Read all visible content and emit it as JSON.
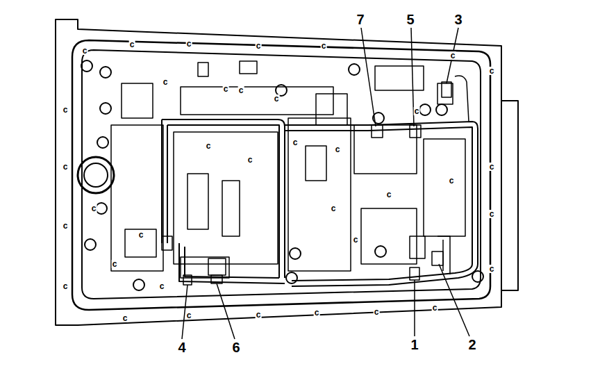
{
  "diagram": {
    "labels": [
      "7",
      "5",
      "3",
      "4",
      "6",
      "1",
      "2",
      "c",
      "c",
      "c",
      "c",
      "c",
      "c",
      "c",
      "c",
      "c",
      "c",
      "c",
      "c",
      "c",
      "c",
      "c",
      "c",
      "c",
      "c",
      "c",
      "c",
      "c",
      "c",
      "c",
      "c",
      "c",
      "c",
      "c",
      "c",
      "c",
      "c",
      "c",
      "c",
      "c",
      "c",
      "c",
      "c",
      "c"
    ]
  }
}
